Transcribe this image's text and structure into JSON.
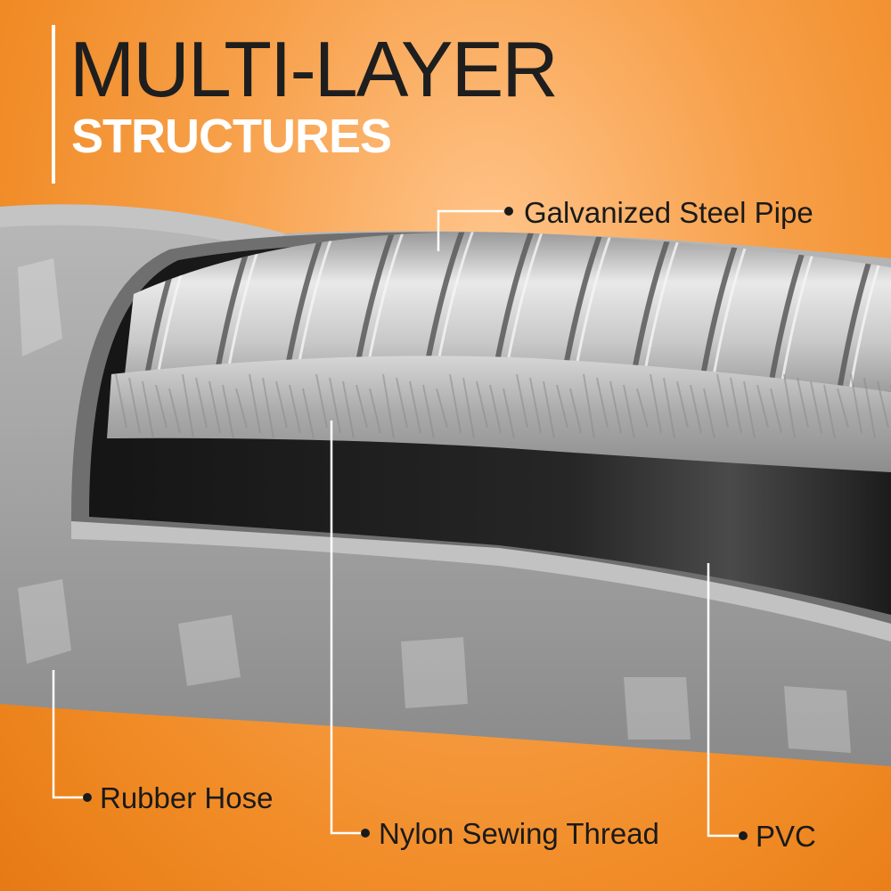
{
  "title": {
    "line1": "MULTI-LAYER",
    "line2": "STRUCTURES"
  },
  "callouts": {
    "steel_pipe": "Galvanized Steel Pipe",
    "rubber_hose": "Rubber Hose",
    "nylon_thread": "Nylon Sewing Thread",
    "pvc": "PVC"
  },
  "colors": {
    "background": "#f08a24",
    "title_dark": "#1e1e1e",
    "title_light": "#ffffff",
    "hose_outer": "#9b9b9b",
    "core_dark": "#1f1f1f",
    "steel": "#c8c8c8",
    "leader_lines": "#ffffff"
  }
}
